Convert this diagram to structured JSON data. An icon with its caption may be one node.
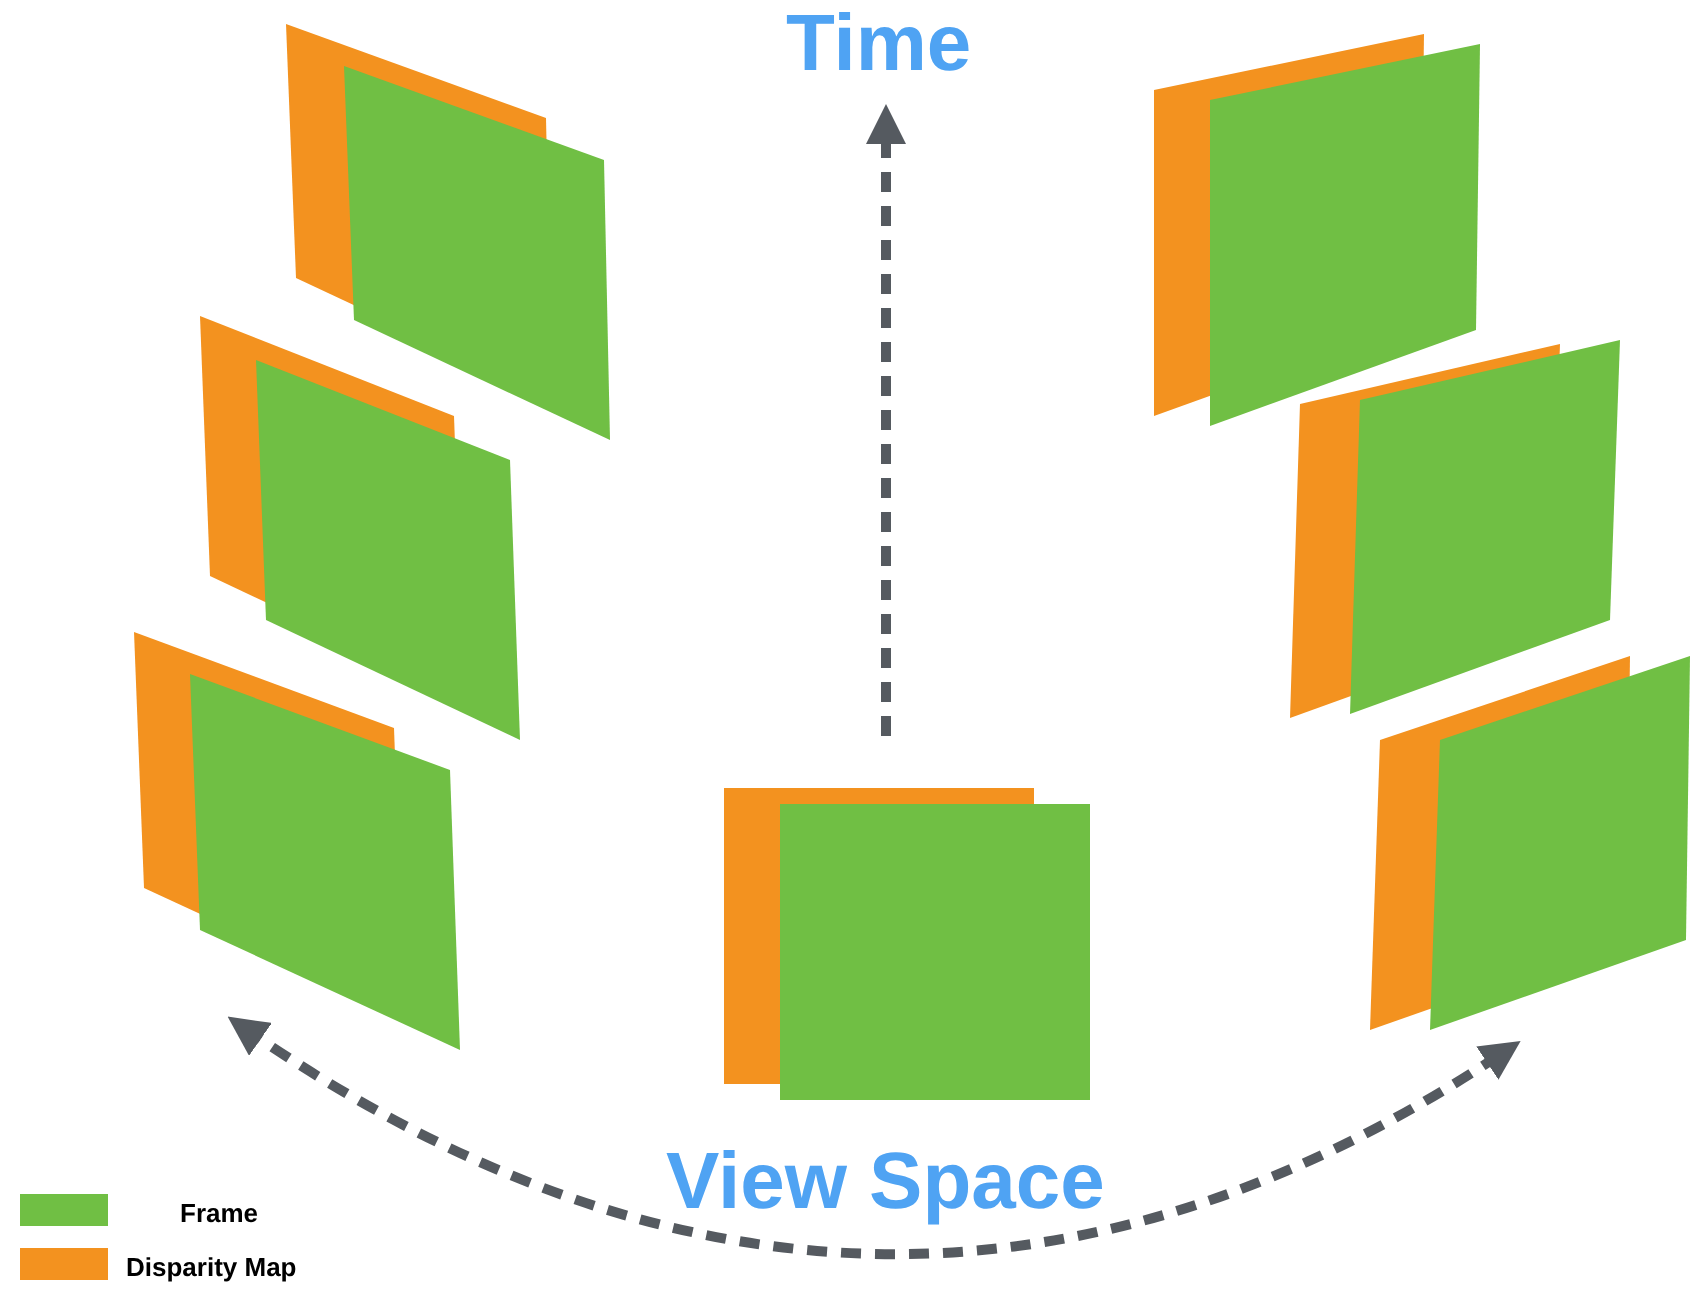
{
  "diagram": {
    "labels": [
      "Time",
      "View Space"
    ],
    "legend": [
      {
        "text": "Frame",
        "color": "#70bf44"
      },
      {
        "text": "Disparity Map",
        "color": "#f3921f"
      }
    ]
  }
}
